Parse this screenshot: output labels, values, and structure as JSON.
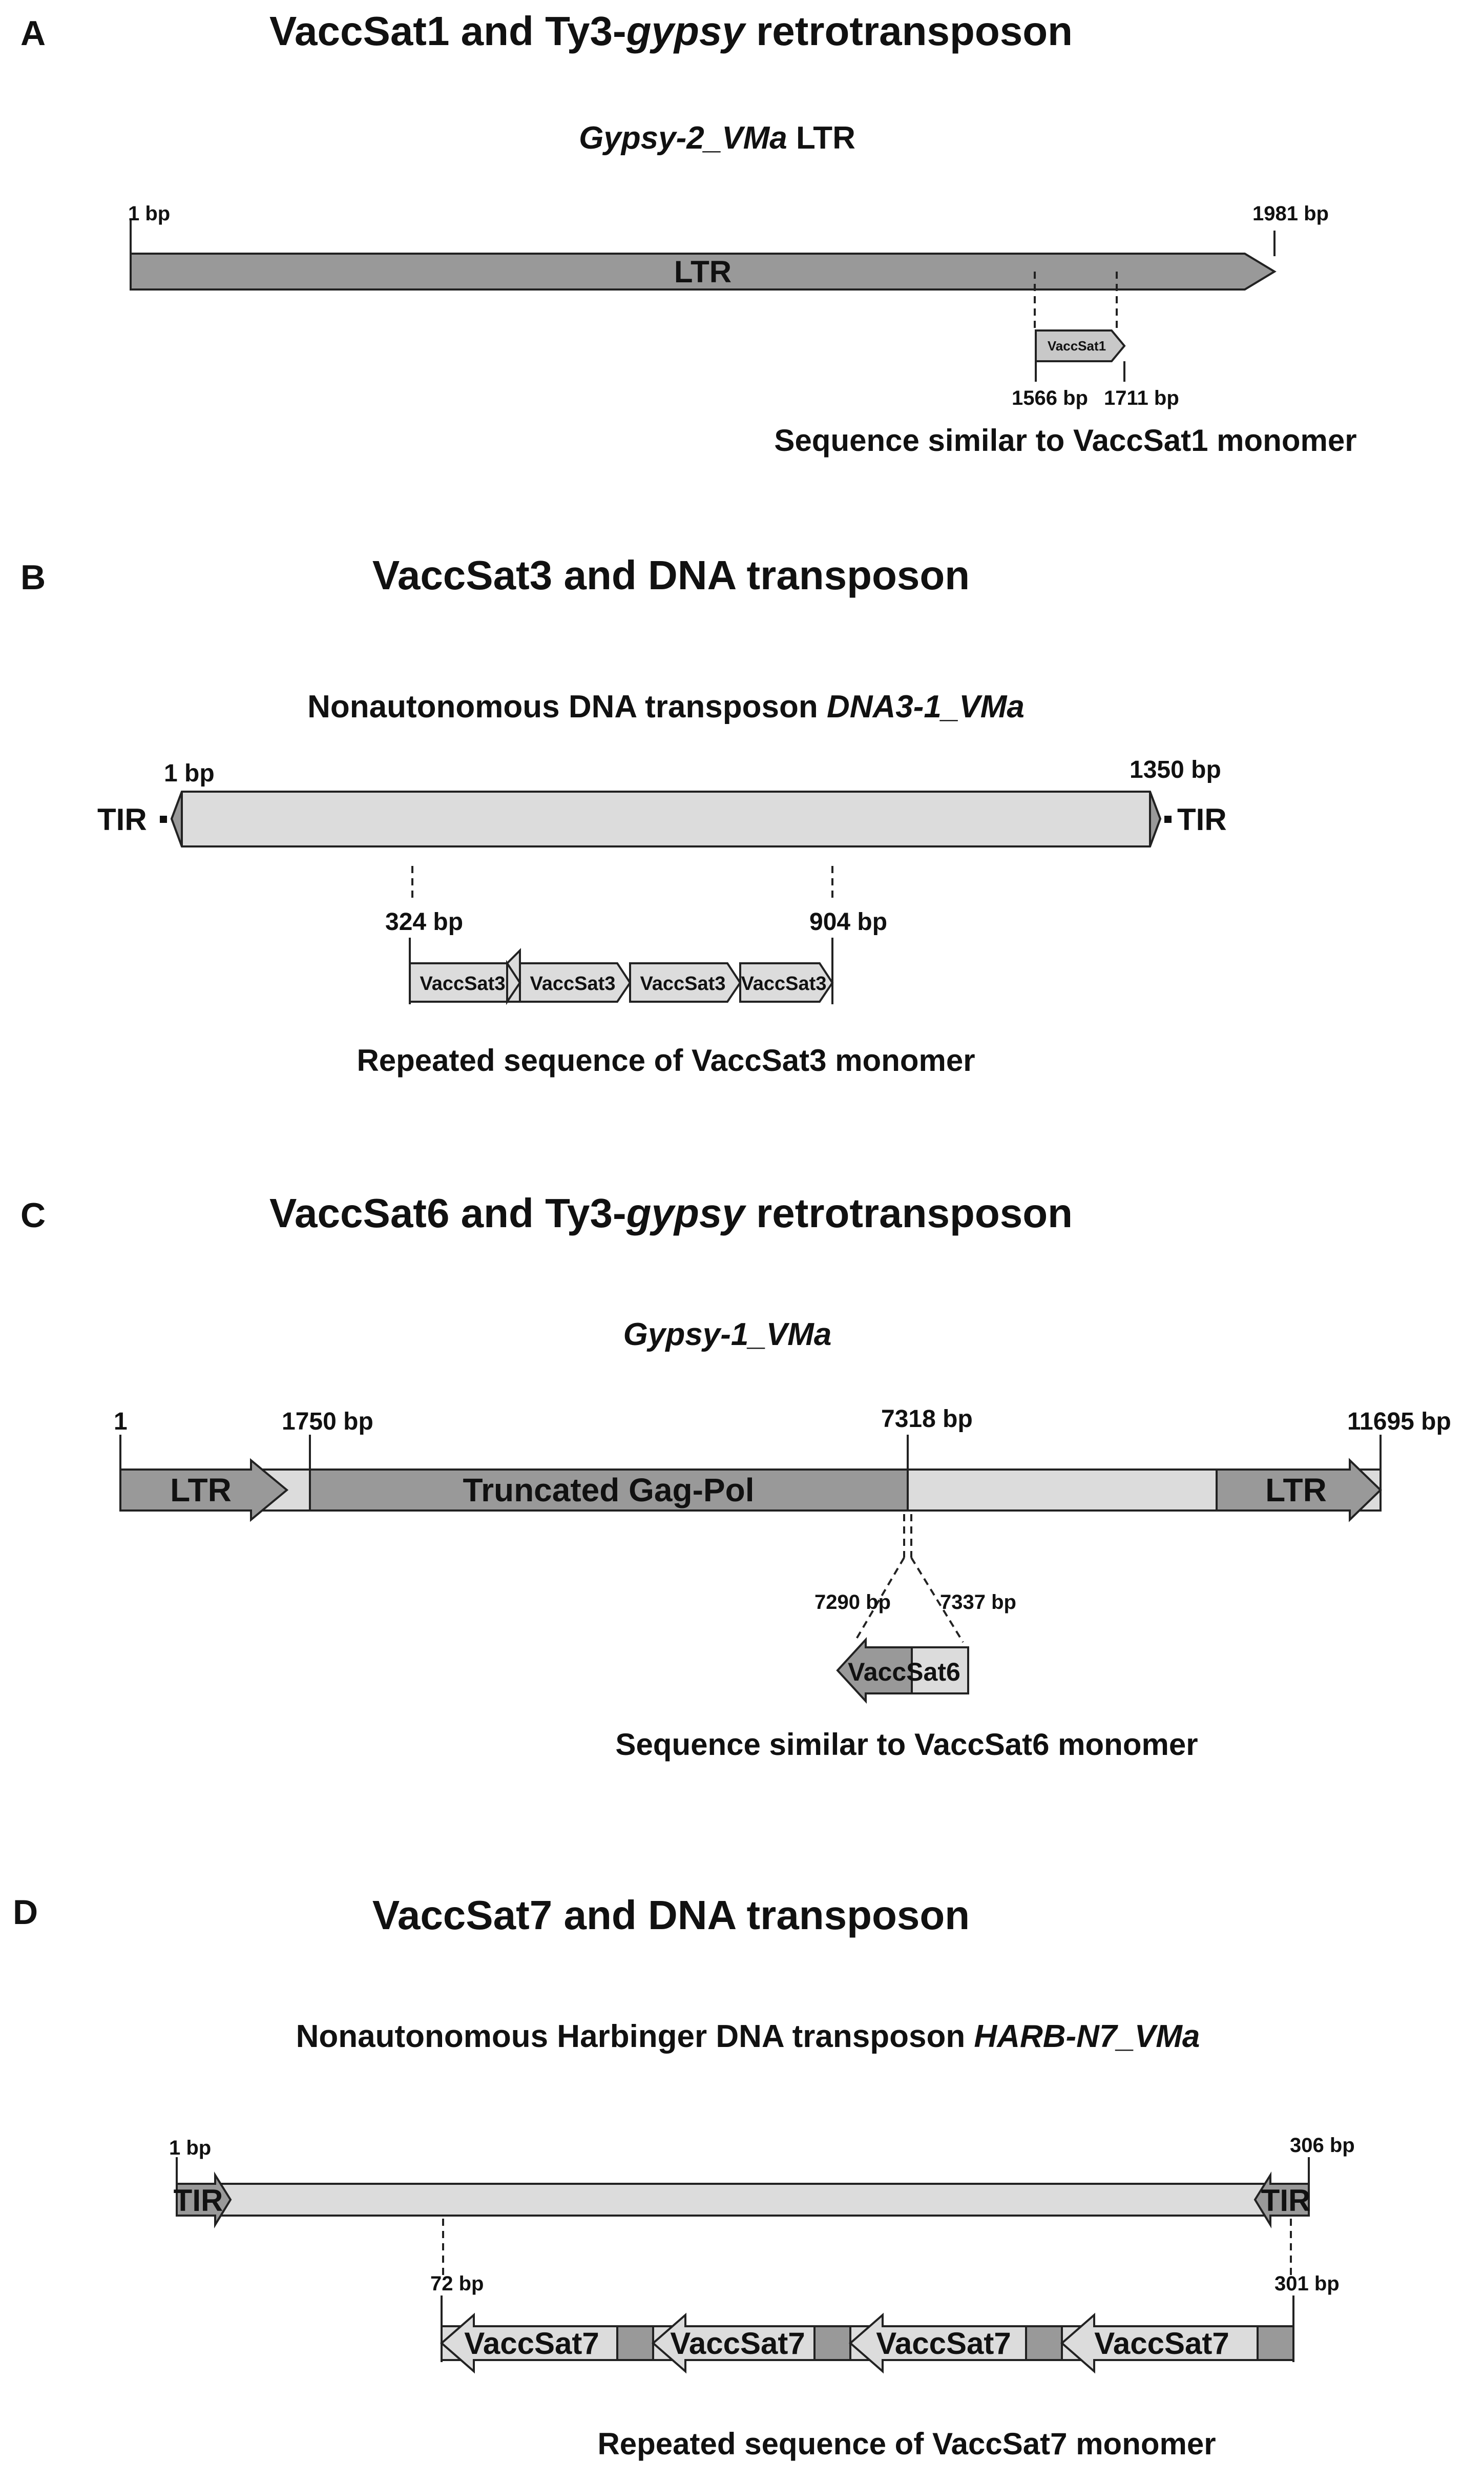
{
  "panels": [
    {
      "letter": "A",
      "title_parts": [
        {
          "text": "VaccSat1 and Ty3-",
          "italic": false
        },
        {
          "text": "gypsy",
          "italic": true
        },
        {
          "text": " retrotransposon",
          "italic": false
        }
      ],
      "subtitle_parts": [
        {
          "text": "Gypsy-2_VMa",
          "italic": true
        },
        {
          "text": " LTR",
          "italic": false
        }
      ],
      "start_label": "1 bp",
      "end_label": "1981 bp",
      "segment_label": "LTR",
      "monomer_label": "VaccSat1",
      "monomer_start": "1566 bp",
      "monomer_end": "1711 bp",
      "caption": "Sequence similar to VaccSat1 monomer"
    },
    {
      "letter": "B",
      "title_parts": [
        {
          "text": "VaccSat3 and DNA transposon",
          "italic": false
        }
      ],
      "subtitle_parts": [
        {
          "text": "Nonautonomous DNA transposon ",
          "italic": false
        },
        {
          "text": "DNA3-1_VMa",
          "italic": true
        }
      ],
      "start_label": "1 bp",
      "end_label": "1350 bp",
      "left_tir": "TIR",
      "right_tir": "TIR",
      "repeat_start": "324 bp",
      "repeat_end": "904 bp",
      "monomers": [
        "VaccSat3",
        "VaccSat3",
        "VaccSat3",
        "VaccSat3"
      ],
      "caption": "Repeated sequence of VaccSat3 monomer"
    },
    {
      "letter": "C",
      "title_parts": [
        {
          "text": "VaccSat6 and Ty3-",
          "italic": false
        },
        {
          "text": "gypsy",
          "italic": true
        },
        {
          "text": " retrotransposon",
          "italic": false
        }
      ],
      "subtitle_parts": [
        {
          "text": "Gypsy-1_VMa",
          "italic": true
        }
      ],
      "pos_start": "1",
      "pos_gag": "1750 bp",
      "pos_insert": "7318 bp",
      "pos_end": "11695 bp",
      "ltr_left": "LTR",
      "gag_label": "Truncated Gag-Pol",
      "ltr_right": "LTR",
      "monomer_label": "VaccSat6",
      "monomer_start": "7290 bp",
      "monomer_end": "7337 bp",
      "caption": "Sequence similar to VaccSat6 monomer"
    },
    {
      "letter": "D",
      "title_parts": [
        {
          "text": "VaccSat7 and DNA transposon",
          "italic": false
        }
      ],
      "subtitle_parts": [
        {
          "text": "Nonautonomous Harbinger DNA transposon ",
          "italic": false
        },
        {
          "text": "HARB-N7_VMa",
          "italic": true
        }
      ],
      "start_label": "1 bp",
      "end_label": "306 bp",
      "left_tir": "TIR",
      "right_tir": "TIR",
      "repeat_start": "72 bp",
      "repeat_end": "301 bp",
      "monomers": [
        "VaccSat7",
        "VaccSat7",
        "VaccSat7",
        "VaccSat7"
      ],
      "caption": "Repeated sequence of VaccSat7 monomer"
    }
  ]
}
